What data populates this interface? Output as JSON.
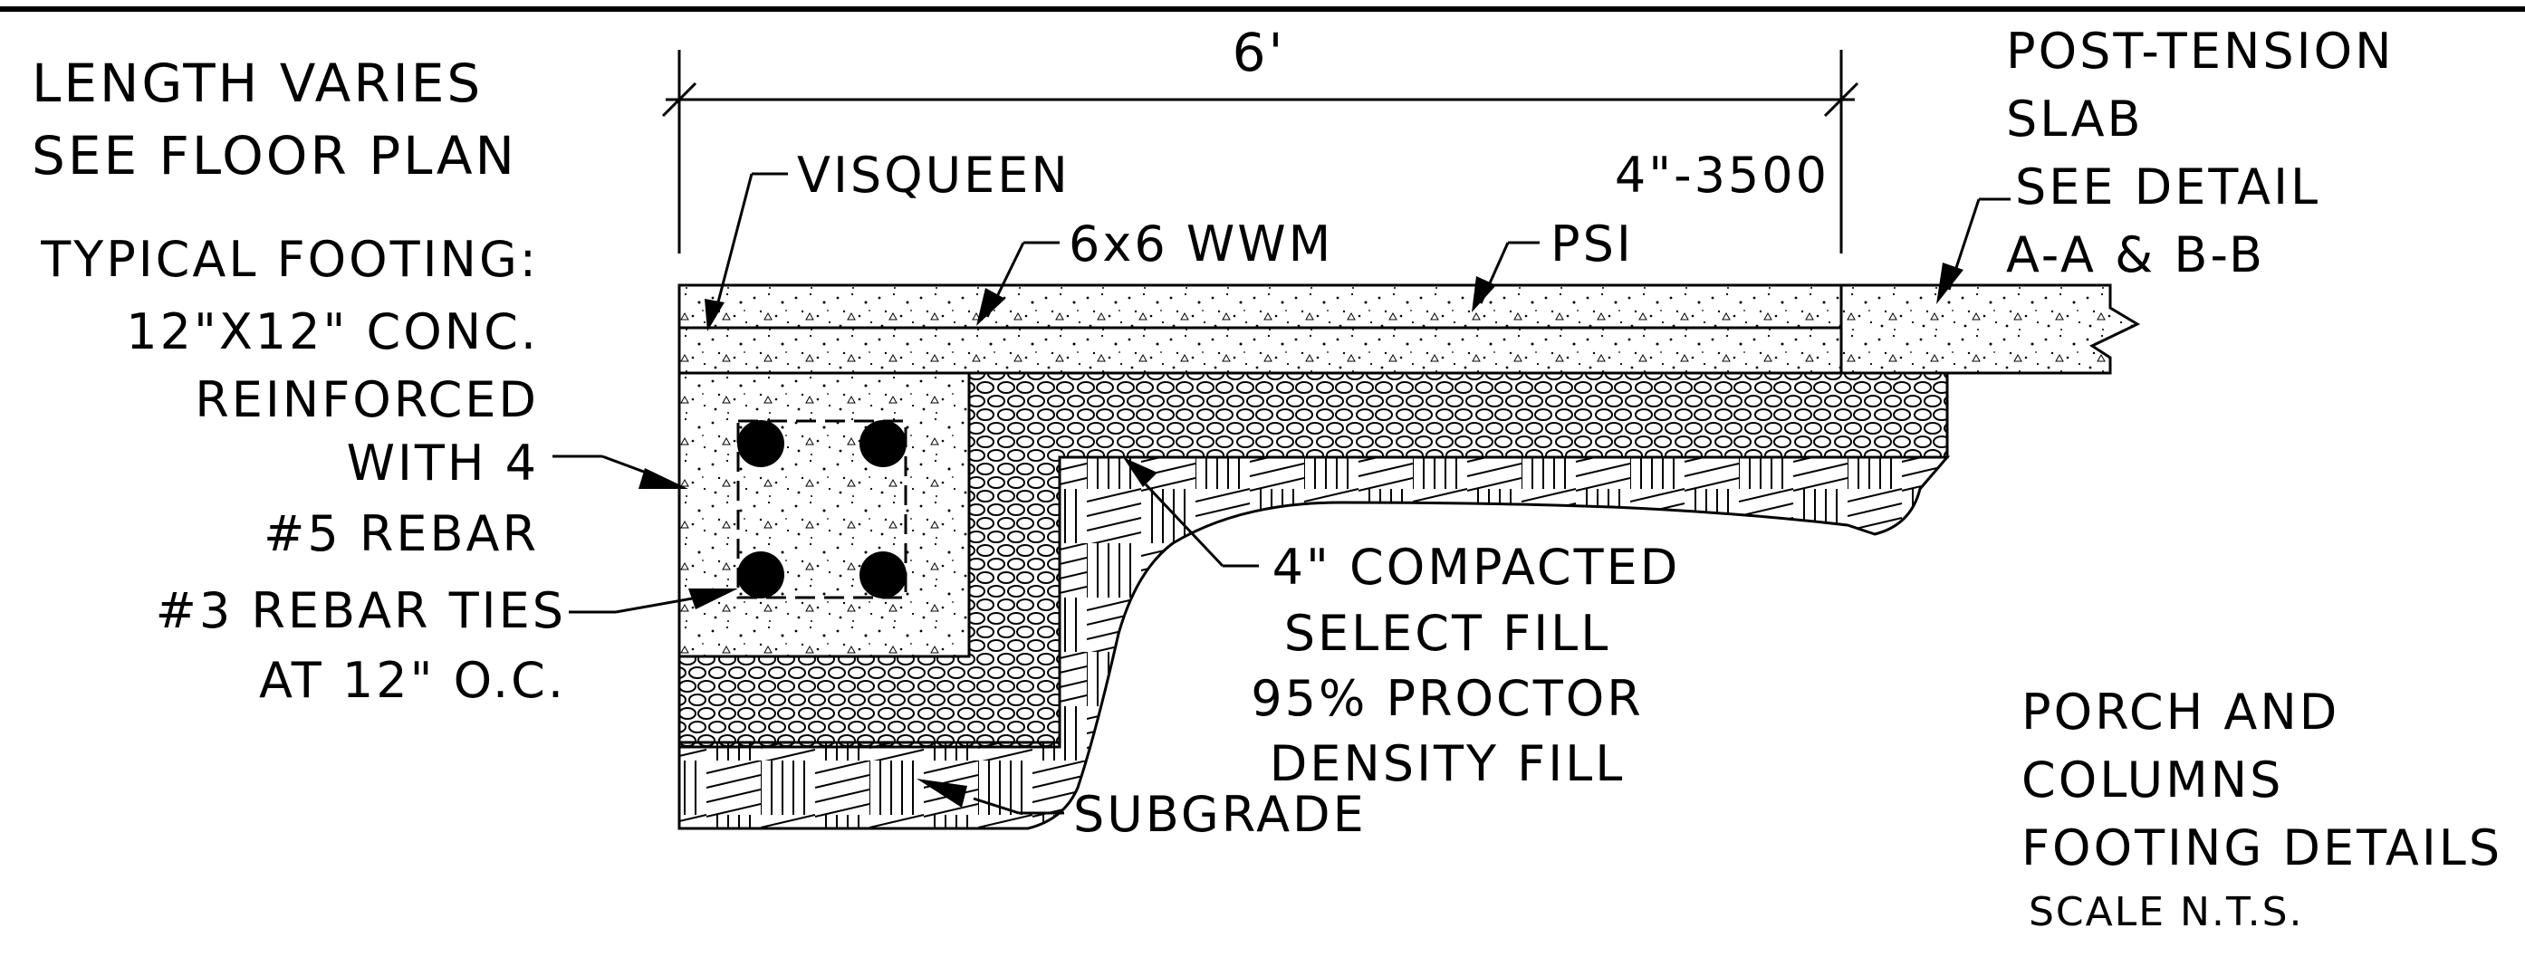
{
  "labels": {
    "dimension": "6'",
    "length_varies": [
      "LENGTH VARIES",
      "SEE FLOOR PLAN"
    ],
    "typical_footing": [
      "TYPICAL FOOTING:",
      "12\"X12\" CONC.",
      "REINFORCED",
      "WITH 4",
      "#5 REBAR",
      "#3 REBAR TIES",
      "AT 12\" O.C."
    ],
    "visqueen": "VISQUEEN",
    "wwm": "6x6 WWM",
    "concrete_strength": [
      "4\"-3500",
      "PSI"
    ],
    "post_tension": [
      "POST-TENSION",
      "SLAB",
      "SEE DETAIL",
      "A-A & B-B"
    ],
    "compacted_fill": [
      "4\" COMPACTED",
      "SELECT FILL",
      "95% PROCTOR",
      "DENSITY FILL"
    ],
    "subgrade": "SUBGRADE",
    "title": [
      "PORCH AND",
      "COLUMNS",
      "FOOTING DETAILS"
    ],
    "scale": "SCALE N.T.S."
  },
  "colors": {
    "ink": "#000000",
    "paper": "#ffffff"
  }
}
